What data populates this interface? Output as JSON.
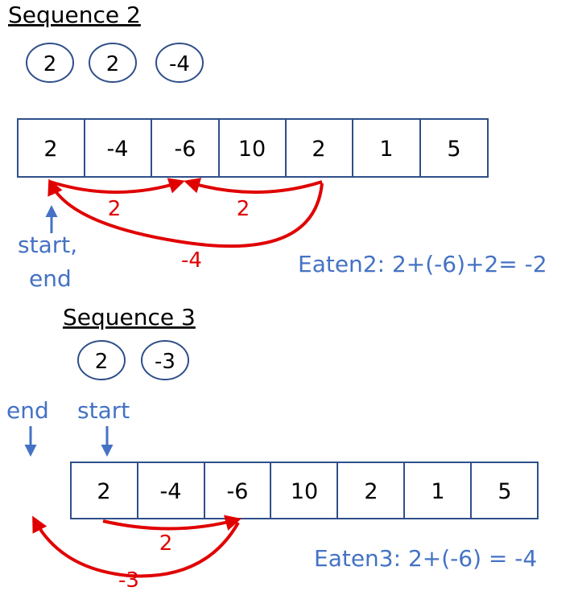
{
  "colors": {
    "cell_border": "#2f4f8a",
    "arrow_red": "#e00000",
    "label_blue": "#4472c4"
  },
  "sequence2": {
    "title": "Sequence 2",
    "circles": [
      "2",
      "2",
      "-4"
    ],
    "cells": [
      "2",
      "-4",
      "-6",
      "10",
      "2",
      "1",
      "5"
    ],
    "arc_labels": [
      "2",
      "2",
      "-4"
    ],
    "marker_label_1": "start,",
    "marker_label_2": "end",
    "eaten": "Eaten2: 2+(-6)+2= -2"
  },
  "sequence3": {
    "title": "Sequence 3",
    "circles": [
      "2",
      "-3"
    ],
    "cells": [
      "2",
      "-4",
      "-6",
      "10",
      "2",
      "1",
      "5"
    ],
    "arc_labels": [
      "2",
      "-3"
    ],
    "end_label": "end",
    "start_label": "start",
    "eaten": "Eaten3: 2+(-6) = -4"
  }
}
